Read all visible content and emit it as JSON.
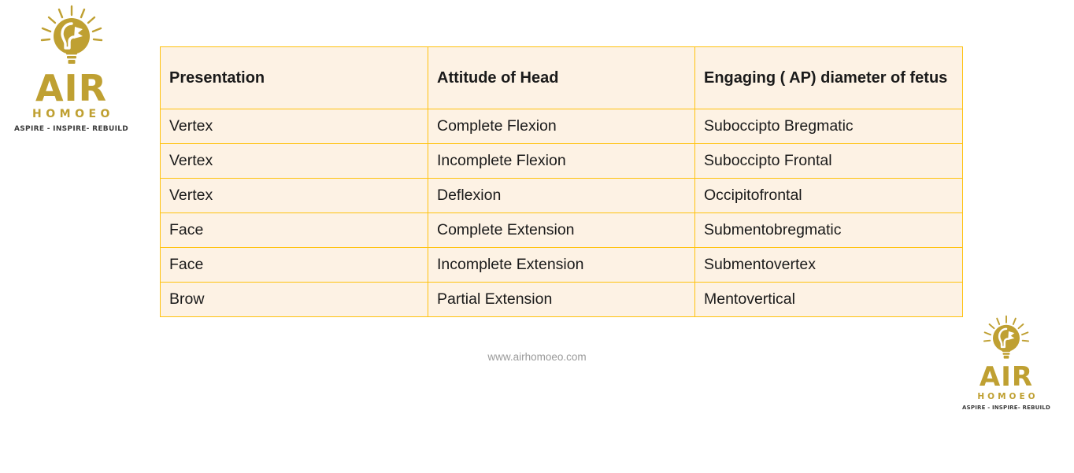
{
  "brand": {
    "name": "AIR",
    "subname": "HOMOEO",
    "tagline": "ASPIRE - INSPIRE- REBUILD",
    "gold_color": "#BFA032",
    "logo_icon": "lightbulb-head-icon"
  },
  "table": {
    "headers": [
      "Presentation",
      "Attitude of Head",
      "Engaging ( AP) diameter of fetus"
    ],
    "rows": [
      [
        "Vertex",
        "Complete Flexion",
        "Suboccipto Bregmatic"
      ],
      [
        "Vertex",
        "Incomplete Flexion",
        "Suboccipto Frontal"
      ],
      [
        "Vertex",
        "Deflexion",
        "Occipitofrontal"
      ],
      [
        "Face",
        "Complete Extension",
        "Submentobregmatic"
      ],
      [
        "Face",
        "Incomplete Extension",
        "Submentovertex"
      ],
      [
        "Brow",
        "Partial Extension",
        "Mentovertical"
      ]
    ],
    "border_color": "#FFC20E",
    "cell_fill": "#FDF2E4"
  },
  "footer": {
    "url": "www.airhomoeo.com"
  }
}
